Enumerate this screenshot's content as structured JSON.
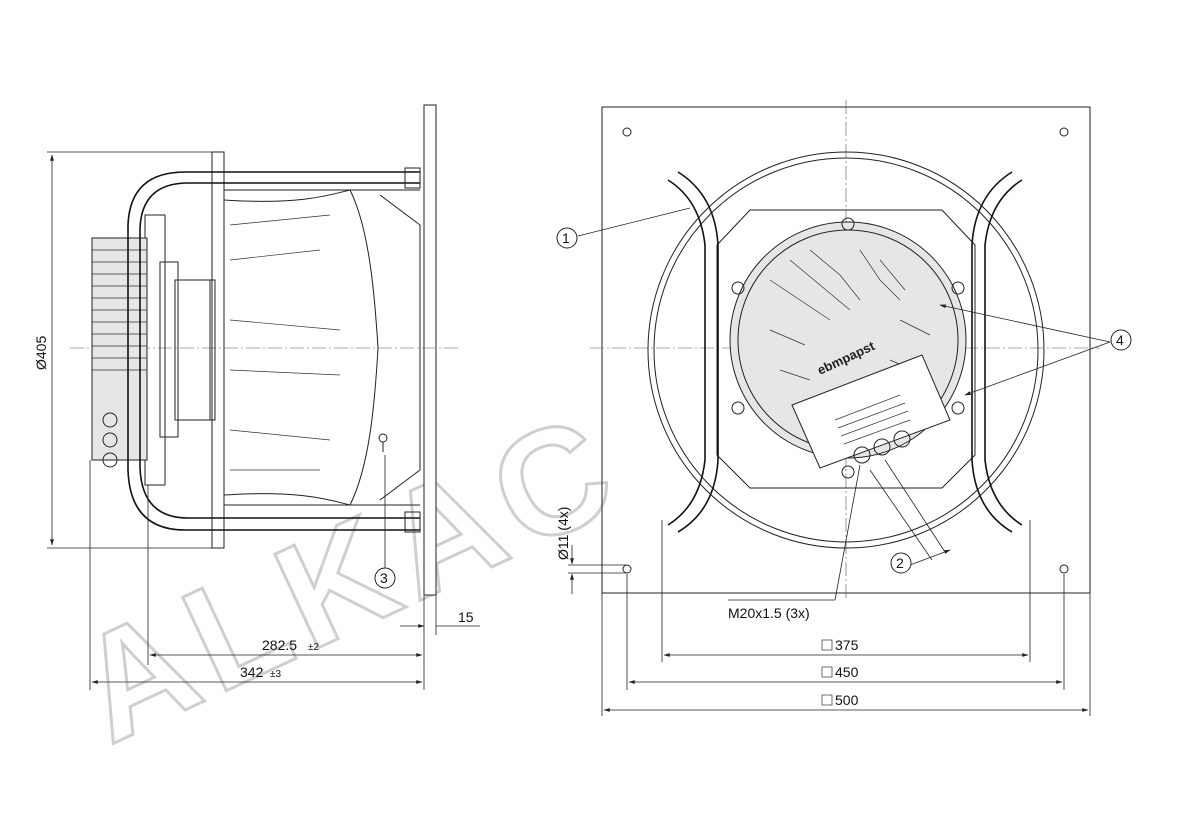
{
  "watermark": "ALKAC",
  "brand_label": "ebmpapst",
  "dimensions": {
    "diameter_405": "Ø405",
    "hole_dia": "Ø11 (4x)",
    "depth_15": "15",
    "depth_282": "282.5",
    "tol_282": "±2",
    "depth_342": "342",
    "tol_342": "±3",
    "thread": "M20x1.5 (3x)",
    "square_375": "375",
    "square_450": "450",
    "square_500": "500"
  },
  "callouts": [
    "1",
    "2",
    "3",
    "4"
  ]
}
